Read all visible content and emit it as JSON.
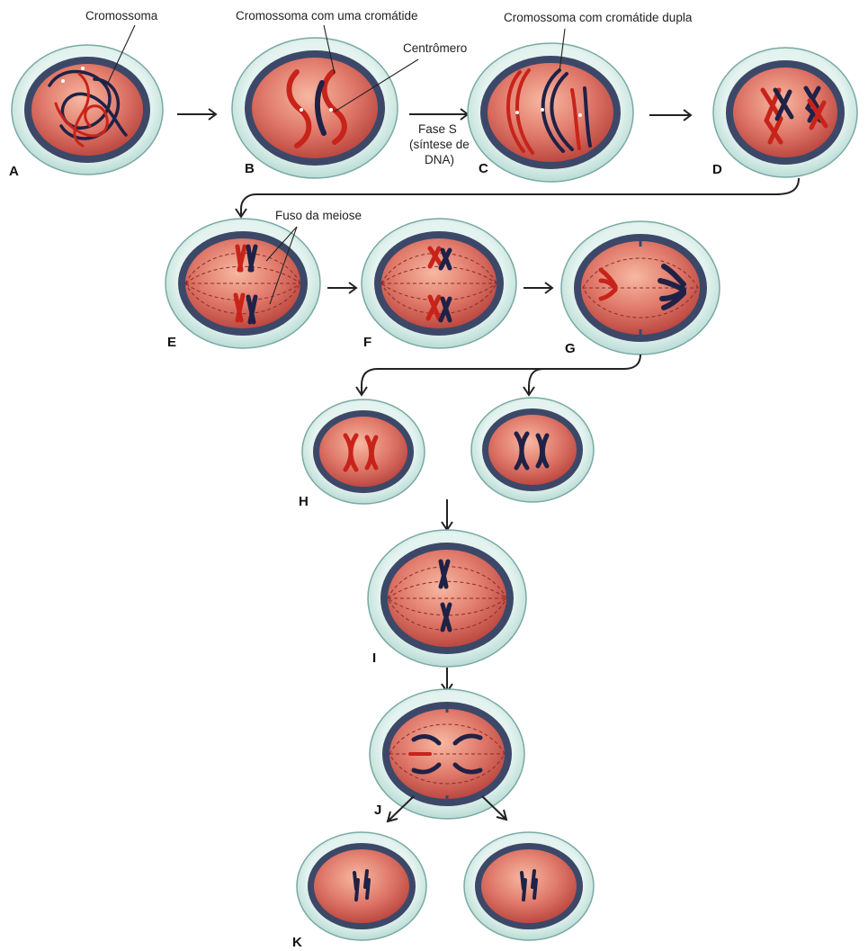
{
  "colors": {
    "outer_membrane": "#cfe8e2",
    "outer_membrane_edge": "#7aa9a4",
    "nuclear_ring": "#3d4868",
    "cytoplasm_light": "#f2a58f",
    "cytoplasm_dark": "#c7544a",
    "chromosome_red": "#c8231a",
    "chromosome_dark": "#1f2246"
  },
  "labels": {
    "cromossoma": "Cromossoma",
    "cromossoma_uma_cromatide": "Cromossoma com uma cromátide",
    "centromero": "Centrômero",
    "cromossoma_cromatide_dupla": "Cromossoma com cromátide dupla",
    "fuso_meiose": "Fuso da meiose",
    "fase_s_line1": "Fase S",
    "fase_s_line2": "(síntese de",
    "fase_s_line3": "DNA)"
  },
  "stages": {
    "A": "A",
    "B": "B",
    "C": "C",
    "D": "D",
    "E": "E",
    "F": "F",
    "G": "G",
    "H": "H",
    "I": "I",
    "J": "J",
    "K": "K"
  }
}
